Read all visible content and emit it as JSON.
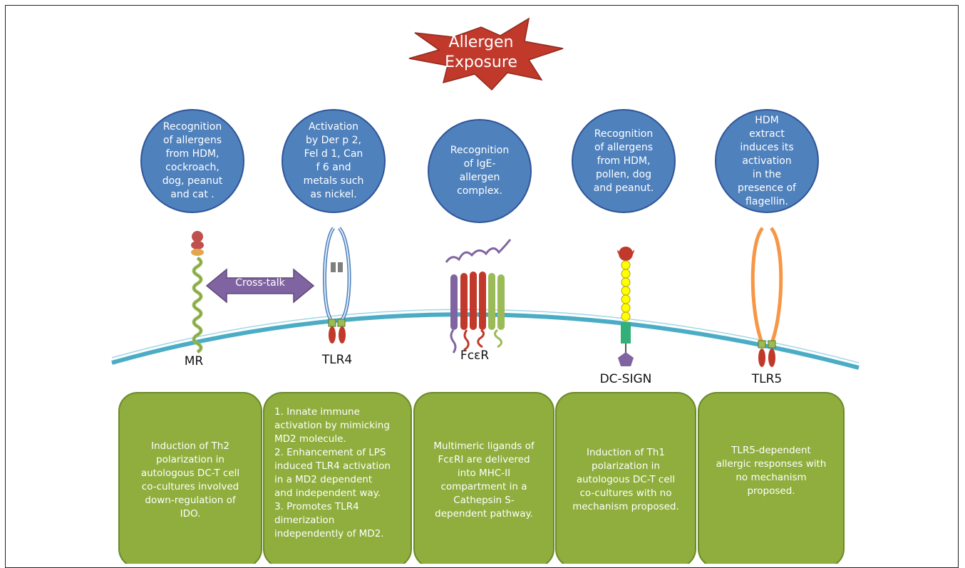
{
  "title": {
    "line1": "Allergen",
    "line2": "Exposure"
  },
  "cross_talk": "Cross-talk",
  "colors": {
    "circle_fill": "#4f81bd",
    "circle_stroke": "#2f5597",
    "box_fill": "#8fae3d",
    "box_stroke": "#6b8a2a",
    "membrane": "#4bacc6",
    "star_fill": "#c0392b",
    "arrow_fill": "#8064a2"
  },
  "receptors": [
    {
      "name": "MR",
      "circle": "Recognition\nof allergens\nfrom HDM,\ncockroach,\ndog, peanut\nand cat .",
      "box": "Induction of Th2\npolarization in\nautologous DC-T cell\nco-cultures involved\ndown-regulation of\nIDO."
    },
    {
      "name": "TLR4",
      "circle": "Activation\nby Der p 2,\nFel d 1, Can\nf 6 and\nmetals such\nas nickel.",
      "box": "1. Innate immune\nactivation by mimicking\nMD2 molecule.\n2. Enhancement of LPS\ninduced TLR4 activation\nin a MD2 dependent\nand independent way.\n3. Promotes TLR4\ndimerization\nindependently  of MD2."
    },
    {
      "name": "FcεR",
      "circle": "Recognition\nof IgE-\nallergen\ncomplex.",
      "box": "Multimeric ligands of\nFcεRI are delivered\ninto MHC-II\ncompartment  in a\nCathepsin S-\ndependent  pathway."
    },
    {
      "name": "DC-SIGN",
      "circle": "Recognition\nof allergens\nfrom HDM,\npollen, dog\nand peanut.",
      "box": "Induction of Th1\npolarization in\nautologous DC-T cell\nco-cultures with no\nmechanism proposed."
    },
    {
      "name": "TLR5",
      "circle": "HDM\nextract\ninduces its\nactivation\nin the\npresence of\nflagellin.",
      "box": "TLR5-dependent\nallergic responses with\nno mechanism\nproposed."
    }
  ]
}
